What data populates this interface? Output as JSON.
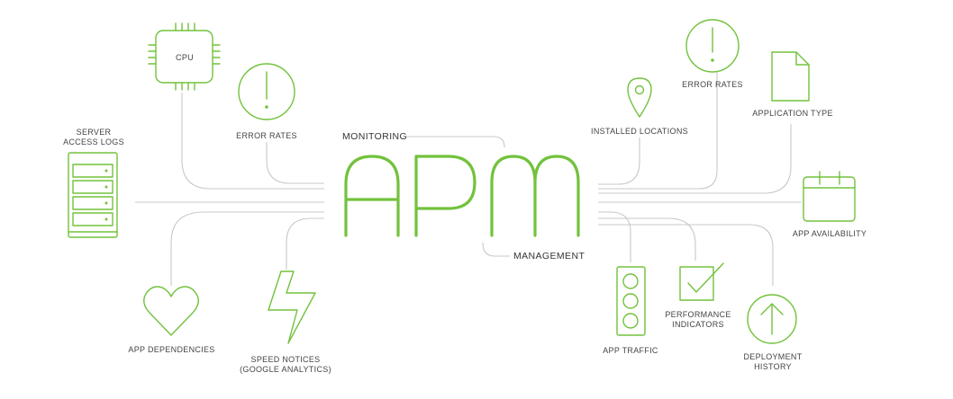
{
  "colors": {
    "accent": "#72c23c",
    "connector": "#c8c8c8",
    "text": "#444444",
    "background": "#ffffff"
  },
  "center": {
    "letters": [
      "A",
      "P",
      "M"
    ],
    "monitoring": "MONITORING",
    "management": "MANAGEMENT"
  },
  "nodes": {
    "cpu": {
      "label": "CPU",
      "icon": "cpu-chip-icon"
    },
    "error_rates_left": {
      "label": "ERROR RATES",
      "icon": "alert-circle-icon"
    },
    "server_access_logs": {
      "label_line1": "SERVER",
      "label_line2": "ACCESS LOGS",
      "icon": "server-rack-icon"
    },
    "app_dependencies": {
      "label": "APP DEPENDENCIES",
      "icon": "heart-icon"
    },
    "speed_notices": {
      "label_line1": "SPEED NOTICES",
      "label_line2": "(GOOGLE ANALYTICS)",
      "icon": "lightning-bolt-icon"
    },
    "installed_locations": {
      "label": "INSTALLED LOCATIONS",
      "icon": "map-pin-icon"
    },
    "error_rates_right": {
      "label": "ERROR RATES",
      "icon": "alert-circle-icon"
    },
    "application_type": {
      "label": "APPLICATION TYPE",
      "icon": "document-icon"
    },
    "app_availability": {
      "label": "APP AVAILABILITY",
      "icon": "calendar-icon"
    },
    "app_traffic": {
      "label": "APP TRAFFIC",
      "icon": "traffic-light-icon"
    },
    "performance_indicators": {
      "label_line1": "PERFORMANCE",
      "label_line2": "INDICATORS",
      "icon": "checkbox-icon"
    },
    "deployment_history": {
      "label_line1": "DEPLOYMENT",
      "label_line2": "HISTORY",
      "icon": "arrow-up-circle-icon"
    }
  }
}
